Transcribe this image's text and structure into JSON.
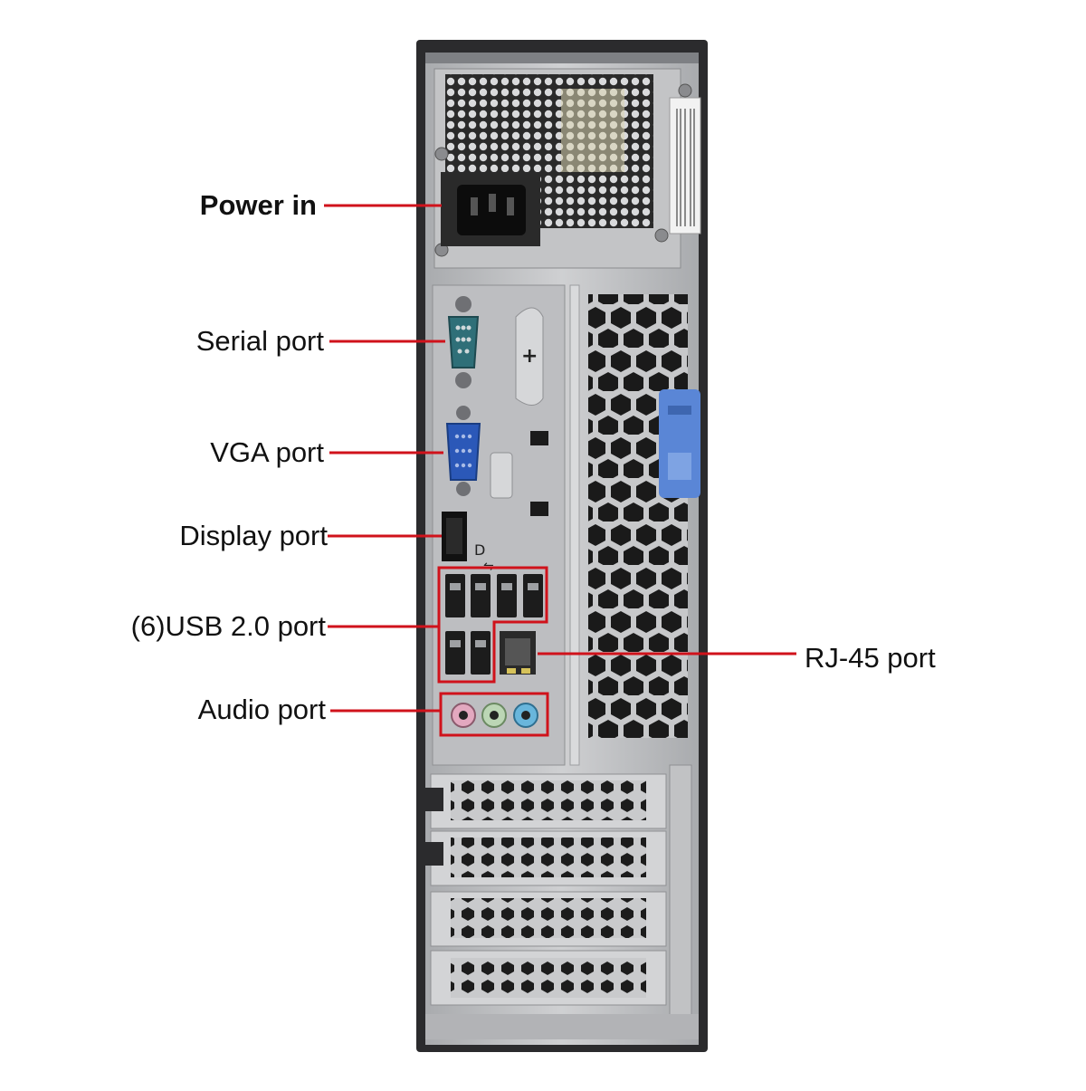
{
  "labels": {
    "power_in": "Power in",
    "serial_port": "Serial port",
    "vga_port": "VGA port",
    "display_port": "Display port",
    "usb_port": "(6)USB 2.0 port",
    "rj45_port": "RJ-45 port",
    "audio_port": "Audio port"
  },
  "colors": {
    "callout_line": "#d0121b",
    "chassis_dark": "#2b2b2d",
    "chassis_metal": "#b9bbbe",
    "serial_connector": "#2f6f78",
    "vga_connector": "#2b58b8",
    "release_latch": "#5a86d6",
    "audio_pink": "#e3a8bf",
    "audio_green": "#bcd6b5",
    "audio_blue": "#69b6dc"
  },
  "icons": [
    "power-socket-icon",
    "serial-port-icon",
    "vga-port-icon",
    "display-port-icon",
    "usb-port-icon",
    "rj45-port-icon",
    "audio-jack-icon"
  ]
}
